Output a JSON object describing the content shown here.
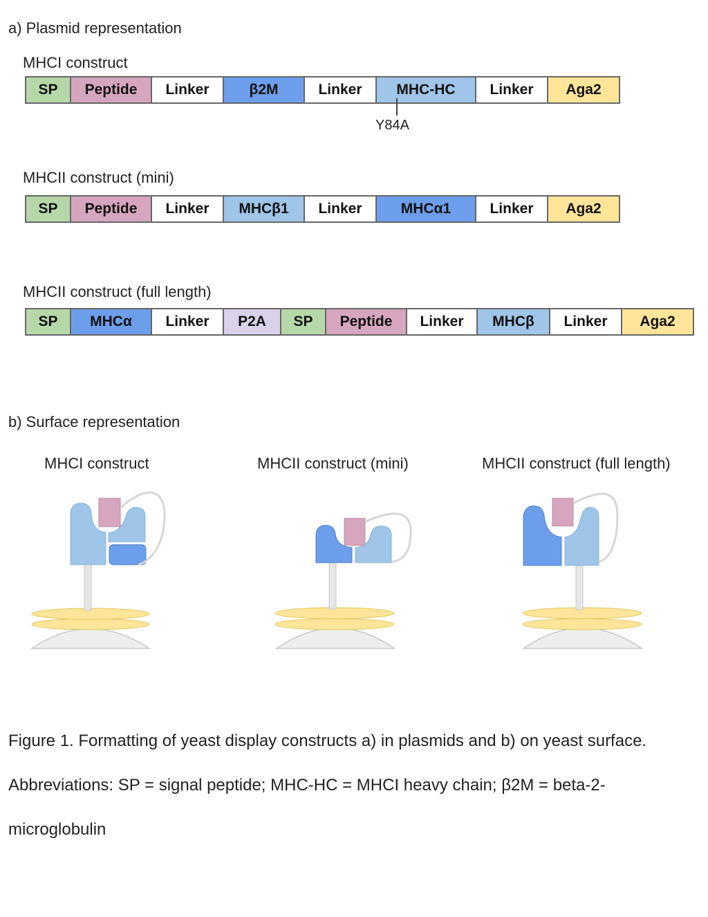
{
  "colors": {
    "SP": "#b7d7a8",
    "Peptide": "#d5a6bd",
    "Linker": "#ffffff",
    "b2M": "#6d9eeb",
    "MHC-HC": "#9fc5e8",
    "Aga2": "#ffe599",
    "MHCb1": "#9fc5e8",
    "MHCa1": "#6d9eeb",
    "MHCa": "#6d9eeb",
    "P2A": "#d9d2e9",
    "MHCb": "#9fc5e8",
    "yeast": "#eeeeee",
    "aga1": "#ffe599",
    "stalk": "#e6e6e6"
  },
  "section_a": {
    "heading": "a) Plasmid representation",
    "constructs": [
      {
        "id": "mhci",
        "title": "MHCI construct",
        "segments": [
          {
            "label": "SP",
            "color_key": "SP"
          },
          {
            "label": "Peptide",
            "color_key": "Peptide"
          },
          {
            "label": "Linker",
            "color_key": "Linker"
          },
          {
            "label": "β2M",
            "color_key": "b2M"
          },
          {
            "label": "Linker",
            "color_key": "Linker"
          },
          {
            "label": "MHC-HC",
            "color_key": "MHC-HC"
          },
          {
            "label": "Linker",
            "color_key": "Linker"
          },
          {
            "label": "Aga2",
            "color_key": "Aga2"
          }
        ],
        "mutation": "Y84A"
      },
      {
        "id": "mhcii-mini",
        "title": "MHCII construct (mini)",
        "segments": [
          {
            "label": "SP",
            "color_key": "SP"
          },
          {
            "label": "Peptide",
            "color_key": "Peptide"
          },
          {
            "label": "Linker",
            "color_key": "Linker"
          },
          {
            "label": "MHCβ1",
            "color_key": "MHCb1"
          },
          {
            "label": "Linker",
            "color_key": "Linker"
          },
          {
            "label": "MHCα1",
            "color_key": "MHCa1"
          },
          {
            "label": "Linker",
            "color_key": "Linker"
          },
          {
            "label": "Aga2",
            "color_key": "Aga2"
          }
        ]
      },
      {
        "id": "mhcii-full",
        "title": "MHCII construct (full length)",
        "segments": [
          {
            "label": "SP",
            "color_key": "SP"
          },
          {
            "label": "MHCα",
            "color_key": "MHCa"
          },
          {
            "label": "Linker",
            "color_key": "Linker"
          },
          {
            "label": "P2A",
            "color_key": "P2A"
          },
          {
            "label": "SP",
            "color_key": "SP"
          },
          {
            "label": "Peptide",
            "color_key": "Peptide"
          },
          {
            "label": "Linker",
            "color_key": "Linker"
          },
          {
            "label": "MHCβ",
            "color_key": "MHCb"
          },
          {
            "label": "Linker",
            "color_key": "Linker"
          },
          {
            "label": "Aga2",
            "color_key": "Aga2"
          }
        ]
      }
    ]
  },
  "section_b": {
    "heading": "b) Surface representation",
    "titles": [
      "MHCI construct",
      "MHCII construct (mini)",
      "MHCII construct (full length)"
    ]
  },
  "caption": "Figure 1. Formatting of yeast display constructs a) in plasmids and b) on yeast surface. Abbreviations: SP = signal peptide; MHC-HC = MHCI heavy chain; β2M = beta-2-microglobulin"
}
